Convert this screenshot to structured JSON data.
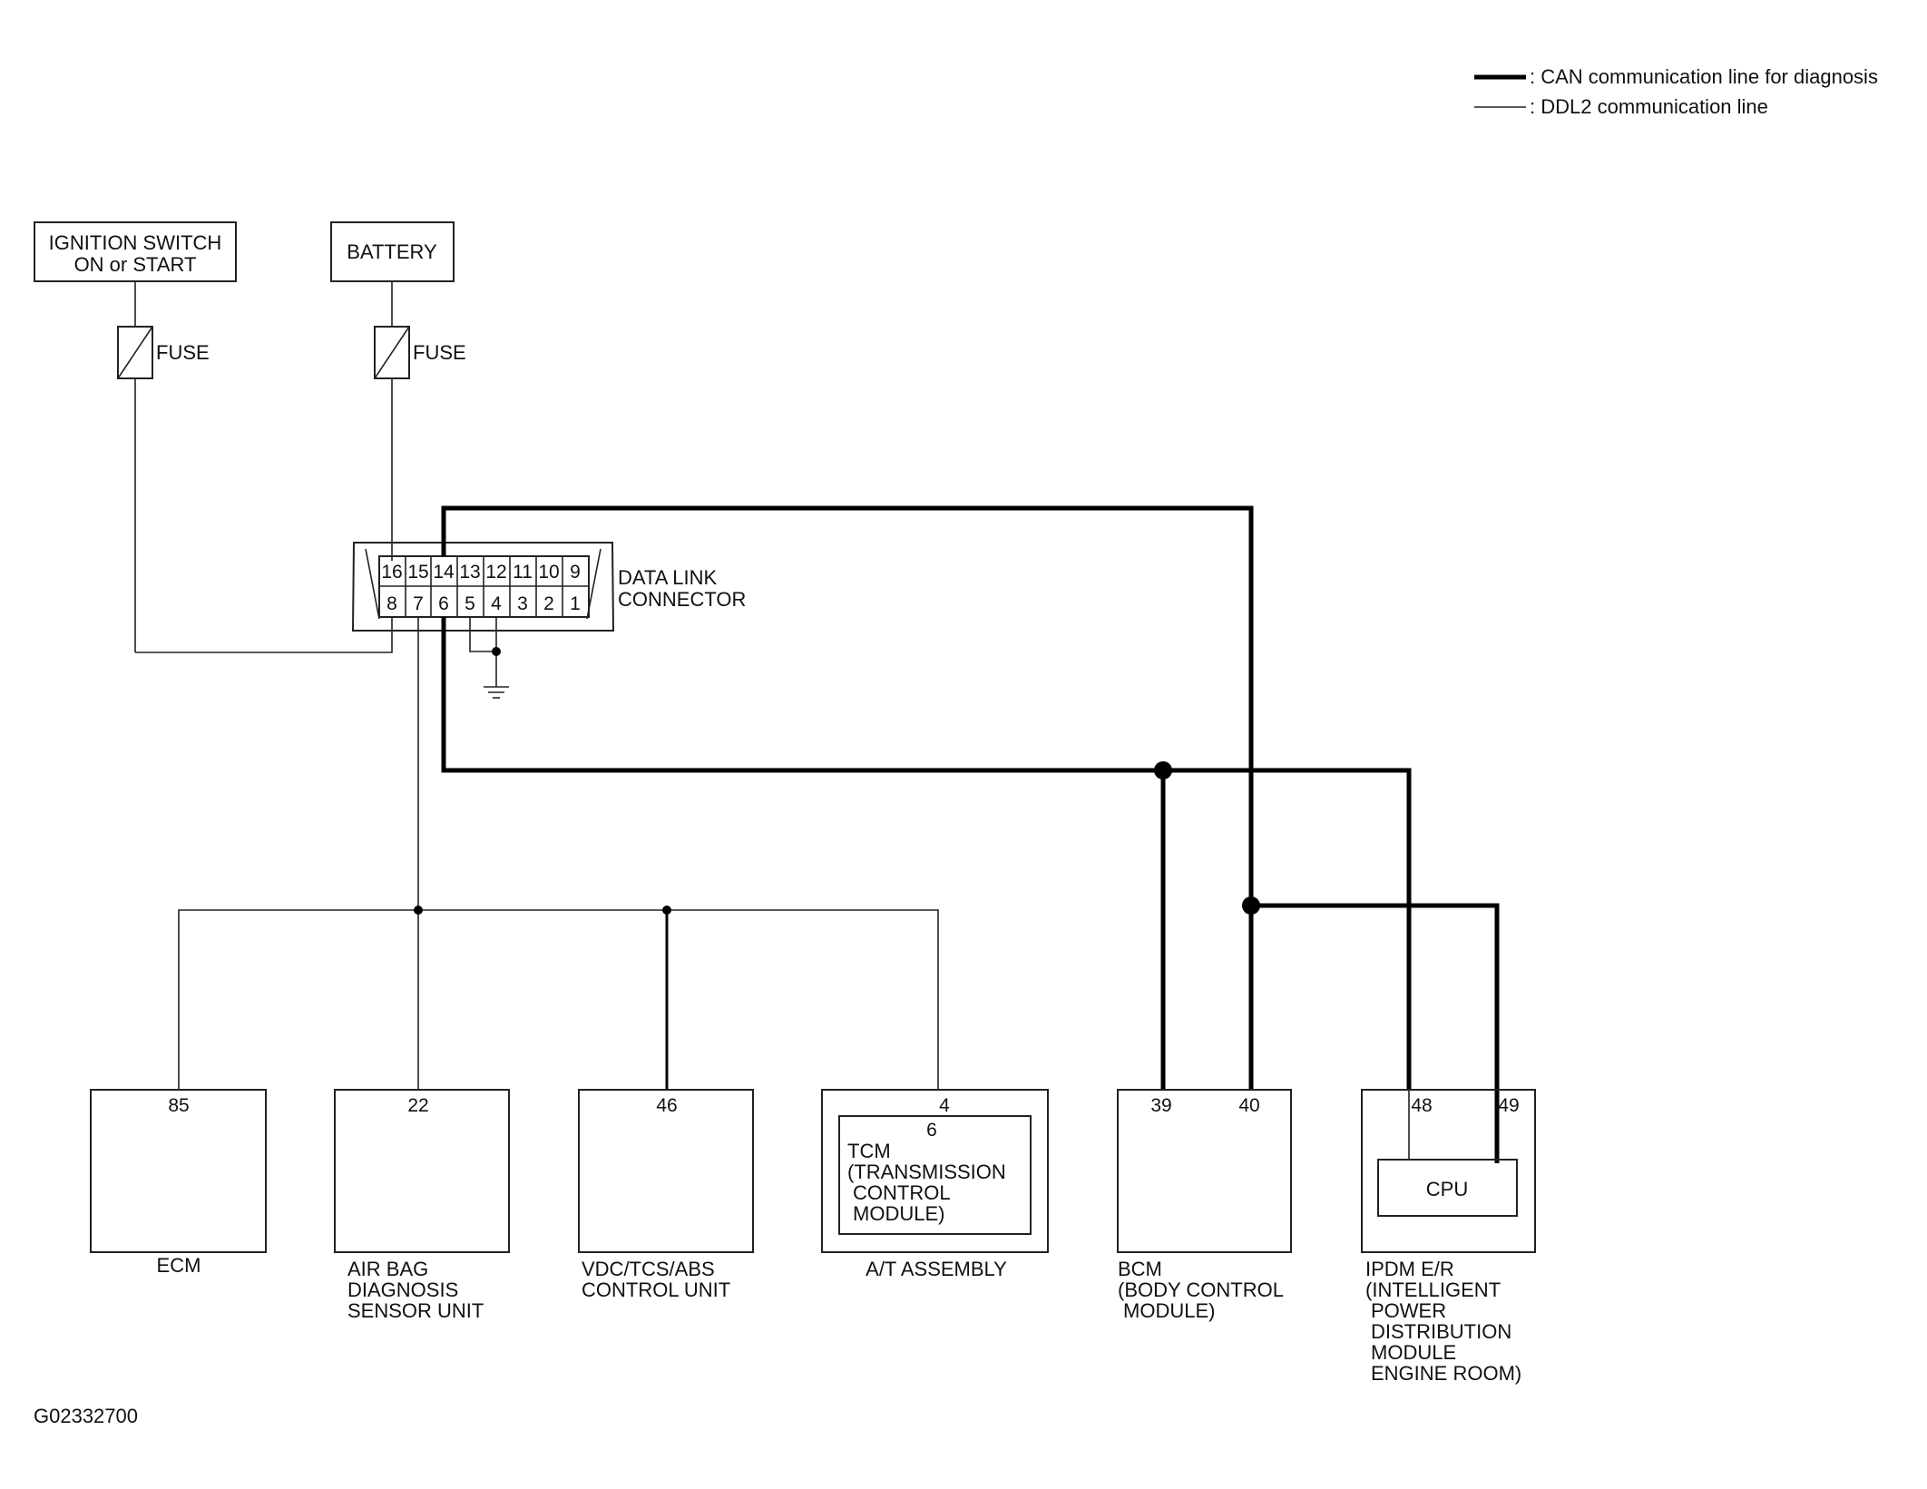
{
  "legend": {
    "can_label": ": CAN communication line for diagnosis",
    "ddl2_label": ": DDL2 communication line"
  },
  "power": {
    "ignition_line1": "IGNITION SWITCH",
    "ignition_line2": "ON or START",
    "battery": "BATTERY",
    "fuse1": "FUSE",
    "fuse2": "FUSE"
  },
  "connector": {
    "name_line1": "DATA LINK",
    "name_line2": "CONNECTOR",
    "top_pins": [
      "16",
      "15",
      "14",
      "13",
      "12",
      "11",
      "10",
      "9"
    ],
    "bottom_pins": [
      "8",
      "7",
      "6",
      "5",
      "4",
      "3",
      "2",
      "1"
    ]
  },
  "modules": {
    "ecm": {
      "pin": "85",
      "label": "ECM"
    },
    "airbag": {
      "pin": "22",
      "line1": "AIR BAG",
      "line2": "DIAGNOSIS",
      "line3": "SENSOR UNIT"
    },
    "vdc": {
      "pin": "46",
      "line1": "VDC/TCS/ABS",
      "line2": "CONTROL UNIT"
    },
    "at": {
      "pin": "4",
      "inner_pin": "6",
      "label": "A/T ASSEMBLY",
      "tcm_line1": "TCM",
      "tcm_line2": "(TRANSMISSION",
      "tcm_line3": "CONTROL",
      "tcm_line4": "MODULE)"
    },
    "bcm": {
      "pin_a": "39",
      "pin_b": "40",
      "line1": "BCM",
      "line2": "(BODY CONTROL",
      "line3": "MODULE)"
    },
    "ipdm": {
      "pin_a": "48",
      "pin_b": "49",
      "cpu": "CPU",
      "line1": "IPDM E/R",
      "line2": "(INTELLIGENT",
      "line3": "POWER",
      "line4": "DISTRIBUTION",
      "line5": "MODULE",
      "line6": "ENGINE ROOM)"
    }
  },
  "figure_id": "G02332700"
}
